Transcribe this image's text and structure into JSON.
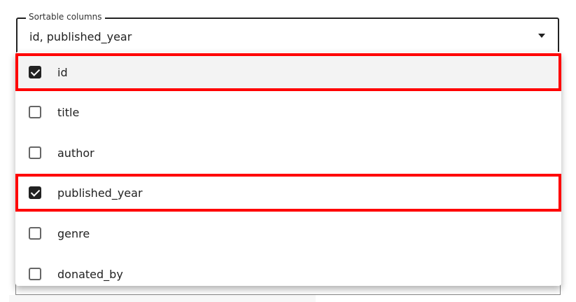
{
  "field": {
    "label": "Sortable columns",
    "value": "id, published_year"
  },
  "options": [
    {
      "label": "id",
      "checked": true
    },
    {
      "label": "title",
      "checked": false
    },
    {
      "label": "author",
      "checked": false
    },
    {
      "label": "published_year",
      "checked": true
    },
    {
      "label": "genre",
      "checked": false
    },
    {
      "label": "donated_by",
      "checked": false
    }
  ],
  "colors": {
    "highlight": "#ff0000",
    "checked": "#222222"
  }
}
